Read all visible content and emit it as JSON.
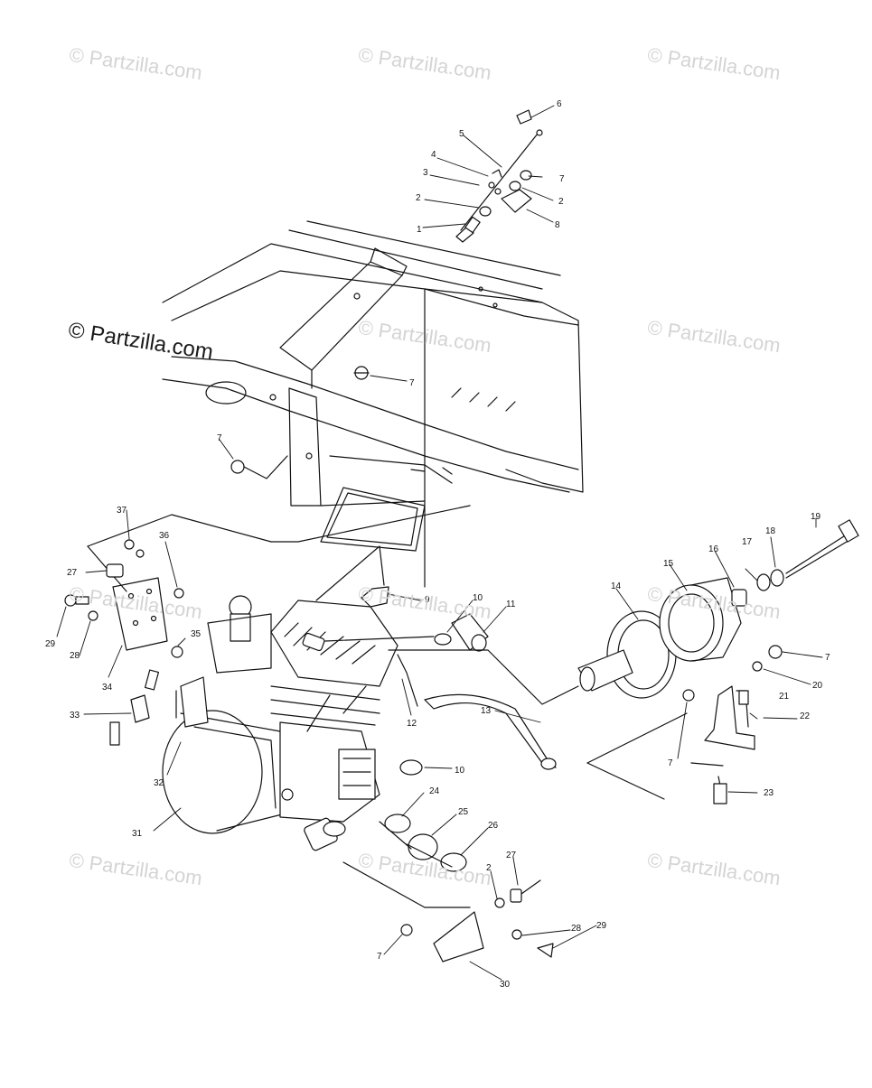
{
  "watermark": {
    "main": "© Partzilla.com",
    "repeat": "© Partzilla.com"
  },
  "callouts": [
    {
      "id": "c6a",
      "label": "6"
    },
    {
      "id": "c5",
      "label": "5"
    },
    {
      "id": "c4",
      "label": "4"
    },
    {
      "id": "c3",
      "label": "3"
    },
    {
      "id": "c7a",
      "label": "7"
    },
    {
      "id": "c2a",
      "label": "2"
    },
    {
      "id": "c2b",
      "label": "2"
    },
    {
      "id": "c8",
      "label": "8"
    },
    {
      "id": "c1",
      "label": "1"
    },
    {
      "id": "c7b",
      "label": "7"
    },
    {
      "id": "c7c",
      "label": "7"
    },
    {
      "id": "c37",
      "label": "37"
    },
    {
      "id": "c36",
      "label": "36"
    },
    {
      "id": "c27a",
      "label": "27"
    },
    {
      "id": "c29a",
      "label": "29"
    },
    {
      "id": "c28a",
      "label": "28"
    },
    {
      "id": "c35",
      "label": "35"
    },
    {
      "id": "c34",
      "label": "34"
    },
    {
      "id": "c33",
      "label": "33"
    },
    {
      "id": "c32",
      "label": "32"
    },
    {
      "id": "c31",
      "label": "31"
    },
    {
      "id": "c9",
      "label": "9"
    },
    {
      "id": "c10a",
      "label": "10"
    },
    {
      "id": "c11",
      "label": "11"
    },
    {
      "id": "c12",
      "label": "12"
    },
    {
      "id": "c13",
      "label": "13"
    },
    {
      "id": "c10b",
      "label": "10"
    },
    {
      "id": "c24",
      "label": "24"
    },
    {
      "id": "c25",
      "label": "25"
    },
    {
      "id": "c26",
      "label": "26"
    },
    {
      "id": "c14",
      "label": "14"
    },
    {
      "id": "c15",
      "label": "15"
    },
    {
      "id": "c16",
      "label": "16"
    },
    {
      "id": "c17",
      "label": "17"
    },
    {
      "id": "c18",
      "label": "18"
    },
    {
      "id": "c19",
      "label": "19"
    },
    {
      "id": "c7d",
      "label": "7"
    },
    {
      "id": "c20",
      "label": "20"
    },
    {
      "id": "c21",
      "label": "21"
    },
    {
      "id": "c22",
      "label": "22"
    },
    {
      "id": "c7e",
      "label": "7"
    },
    {
      "id": "c23",
      "label": "23"
    },
    {
      "id": "c27b",
      "label": "27"
    },
    {
      "id": "c2c",
      "label": "2"
    },
    {
      "id": "c28b",
      "label": "28"
    },
    {
      "id": "c29b",
      "label": "29"
    },
    {
      "id": "c7f",
      "label": "7"
    },
    {
      "id": "c30",
      "label": "30"
    }
  ]
}
